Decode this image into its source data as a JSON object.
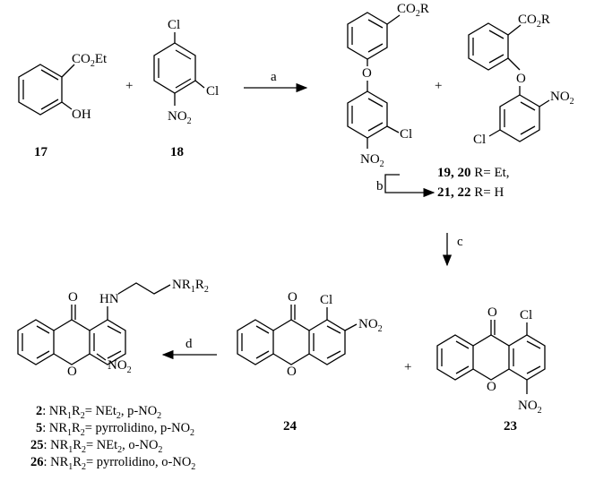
{
  "scheme": {
    "compound_17": {
      "number": "17",
      "ester": "CO",
      "ester_sub": "2",
      "ester_tail": "Et",
      "hydroxyl": "OH"
    },
    "compound_18": {
      "number": "18",
      "cl_top": "Cl",
      "cl_right": "Cl",
      "nitro": "NO",
      "nitro_sub": "2"
    },
    "plus_1": "+",
    "plus_2": "+",
    "plus_3": "+",
    "step_a": "a",
    "step_b": "b",
    "step_c": "c",
    "step_d": "d",
    "ether_para": {
      "ester": "CO",
      "ester_sub": "2",
      "ester_tail": "R",
      "oxygen": "O",
      "cl": "Cl",
      "nitro": "NO",
      "nitro_sub": "2"
    },
    "ether_ortho": {
      "ester": "CO",
      "ester_sub": "2",
      "ester_tail": "R",
      "oxygen": "O",
      "nitro": "NO",
      "nitro_sub": "2",
      "cl": "Cl"
    },
    "label_19_20": {
      "numbers": "19, 20",
      "text": " R= Et,"
    },
    "label_21_22": {
      "numbers": "21, 22",
      "text": " R= H"
    },
    "compound_24": {
      "number": "24",
      "carbonyl": "O",
      "ring_o": "O",
      "cl": "Cl",
      "nitro": "NO",
      "nitro_sub": "2"
    },
    "compound_23": {
      "number": "23",
      "carbonyl": "O",
      "ring_o": "O",
      "cl": "Cl",
      "nitro": "NO",
      "nitro_sub": "2"
    },
    "product": {
      "carbonyl": "O",
      "ring_o": "O",
      "hn": "HN",
      "amine_pre": "NR",
      "amine_s1": "1",
      "amine_mid": "R",
      "amine_s2": "2",
      "nitro": "NO",
      "nitro_sub": "2"
    },
    "legend": [
      {
        "num": "2",
        "pre": ": NR",
        "s1": "1",
        "mid": "R",
        "s2": "2",
        "post": "= NEt",
        "s3": "2",
        "tail": ", p-NO",
        "s4": "2"
      },
      {
        "num": "5",
        "pre": ": NR",
        "s1": "1",
        "mid": "R",
        "s2": "2",
        "post": "= pyrrolidino, p-NO",
        "s3": "2",
        "tail": "",
        "s4": ""
      },
      {
        "num": "25",
        "pre": ": NR",
        "s1": "1",
        "mid": "R",
        "s2": "2",
        "post": "= NEt",
        "s3": "2",
        "tail": ", o-NO",
        "s4": "2"
      },
      {
        "num": "26",
        "pre": ": NR",
        "s1": "1",
        "mid": "R",
        "s2": "2",
        "post": "= pyrrolidino, o-NO",
        "s3": "2",
        "tail": "",
        "s4": ""
      }
    ]
  }
}
